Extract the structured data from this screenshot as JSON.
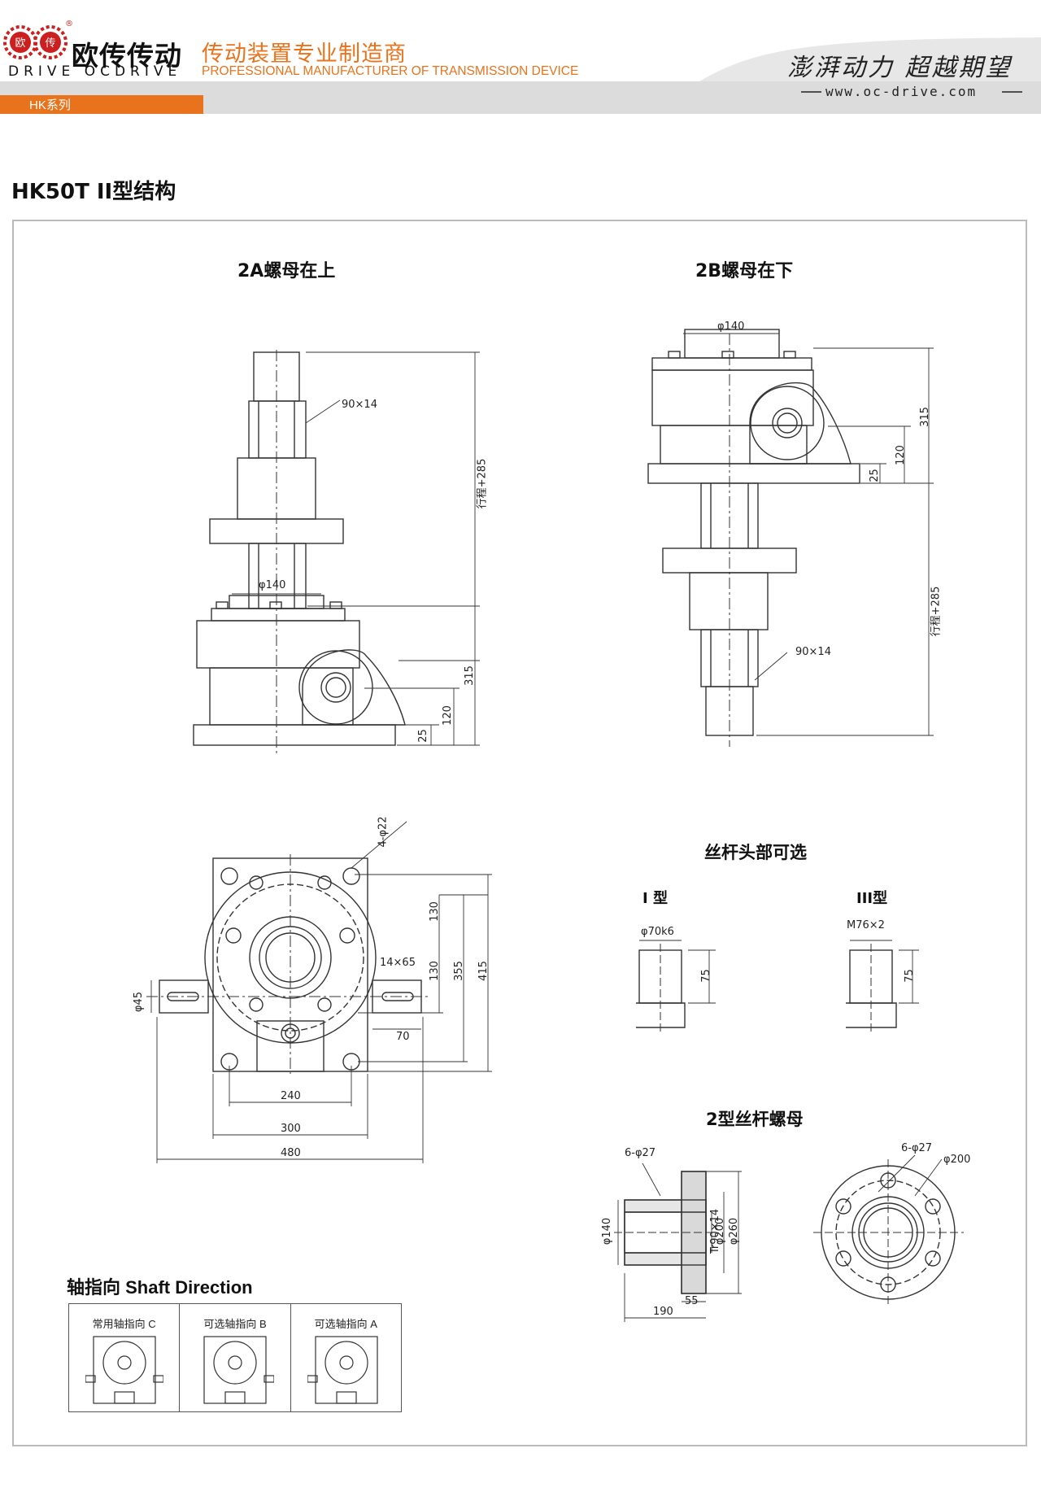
{
  "header": {
    "brand_cn": "欧传传动",
    "brand_en": "DRIVE OCDRIVE",
    "logo_chars": [
      "欧",
      "传"
    ],
    "registered": "®",
    "tagline_cn": "传动装置专业制造商",
    "tagline_en": "PROFESSIONAL MANUFACTURER OF TRANSMISSION DEVICE",
    "slogan": "澎湃动力 超越期望",
    "website": "www.oc-drive.com",
    "series_tag": "HK系列",
    "accent_color": "#e8731c"
  },
  "page_title": "HK50T II型结构",
  "view_2a": {
    "title": "2A螺母在上",
    "dims": {
      "thread": "90×14",
      "stroke": "行程+285",
      "flange_dia": "φ140",
      "h315": "315",
      "h120": "120",
      "h25": "25"
    }
  },
  "view_2b": {
    "title": "2B螺母在下",
    "dims": {
      "flange_dia": "φ140",
      "h315": "315",
      "h120": "120",
      "h25": "25",
      "stroke": "行程+285",
      "thread": "90×14"
    }
  },
  "top_view": {
    "dims": {
      "holes": "4-φ22",
      "d130a": "130",
      "d130b": "130",
      "d355": "355",
      "d415": "415",
      "key": "14×65",
      "shaft_dia": "φ45",
      "d70": "70",
      "d240": "240",
      "d300": "300",
      "d480": "480"
    }
  },
  "screw_head": {
    "title": "丝杆头部可选",
    "type1": {
      "label": "I 型",
      "dia": "φ70k6",
      "len": "75"
    },
    "type3": {
      "label": "III型",
      "dia": "M76×2",
      "len": "75"
    }
  },
  "nut": {
    "title": "2型丝杆螺母",
    "dims": {
      "holes_left": "6-φ27",
      "holes_right": "6-φ27",
      "d140": "φ140",
      "thread": "Tr90×14",
      "d200": "φ200",
      "d260": "φ260",
      "d190": "190",
      "d55": "55",
      "d200r": "φ200"
    }
  },
  "shaft_direction": {
    "title": "轴指向 Shaft Direction",
    "options": [
      "常用轴指向 C",
      "可选轴指向 B",
      "可选轴指向 A"
    ]
  }
}
